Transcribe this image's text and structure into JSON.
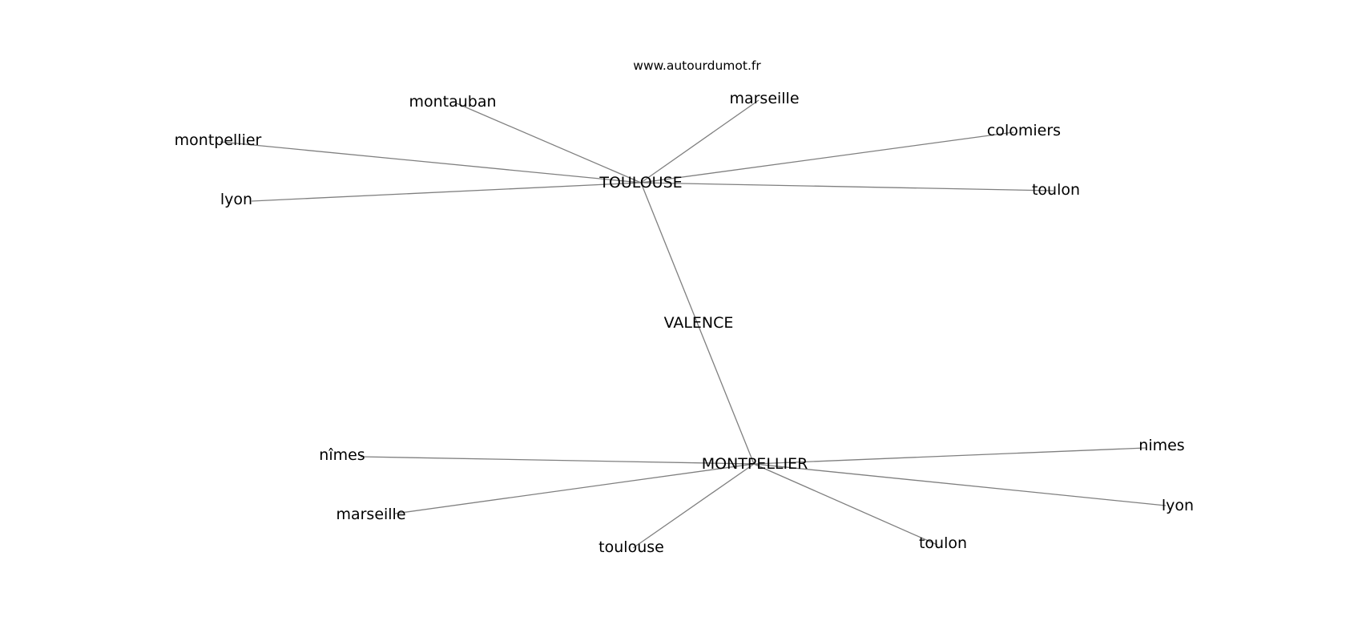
{
  "watermark": "www.autourdumot.fr",
  "nodes": [
    {
      "id": "valence",
      "label": "VALENCE",
      "central": true
    },
    {
      "id": "toulouse_hub",
      "label": "TOULOUSE",
      "central": true
    },
    {
      "id": "montpellier_hub",
      "label": "MONTPELLIER",
      "central": true
    },
    {
      "id": "t_montauban",
      "label": "montauban"
    },
    {
      "id": "t_marseille",
      "label": "marseille"
    },
    {
      "id": "t_montpellier",
      "label": "montpellier"
    },
    {
      "id": "t_colomiers",
      "label": "colomiers"
    },
    {
      "id": "t_lyon",
      "label": "lyon"
    },
    {
      "id": "t_toulon",
      "label": "toulon"
    },
    {
      "id": "m_nimes_accent",
      "label": "nîmes"
    },
    {
      "id": "m_nimes",
      "label": "nimes"
    },
    {
      "id": "m_marseille",
      "label": "marseille"
    },
    {
      "id": "m_lyon",
      "label": "lyon"
    },
    {
      "id": "m_toulouse",
      "label": "toulouse"
    },
    {
      "id": "m_toulon",
      "label": "toulon"
    }
  ],
  "edges": [
    {
      "source": "toulouse_hub",
      "target": "montpellier_hub"
    },
    {
      "source": "toulouse_hub",
      "target": "t_montauban"
    },
    {
      "source": "toulouse_hub",
      "target": "t_marseille"
    },
    {
      "source": "toulouse_hub",
      "target": "t_montpellier"
    },
    {
      "source": "toulouse_hub",
      "target": "t_colomiers"
    },
    {
      "source": "toulouse_hub",
      "target": "t_lyon"
    },
    {
      "source": "toulouse_hub",
      "target": "t_toulon"
    },
    {
      "source": "montpellier_hub",
      "target": "m_nimes_accent"
    },
    {
      "source": "montpellier_hub",
      "target": "m_nimes"
    },
    {
      "source": "montpellier_hub",
      "target": "m_marseille"
    },
    {
      "source": "montpellier_hub",
      "target": "m_lyon"
    },
    {
      "source": "montpellier_hub",
      "target": "m_toulouse"
    },
    {
      "source": "montpellier_hub",
      "target": "m_toulon"
    }
  ]
}
